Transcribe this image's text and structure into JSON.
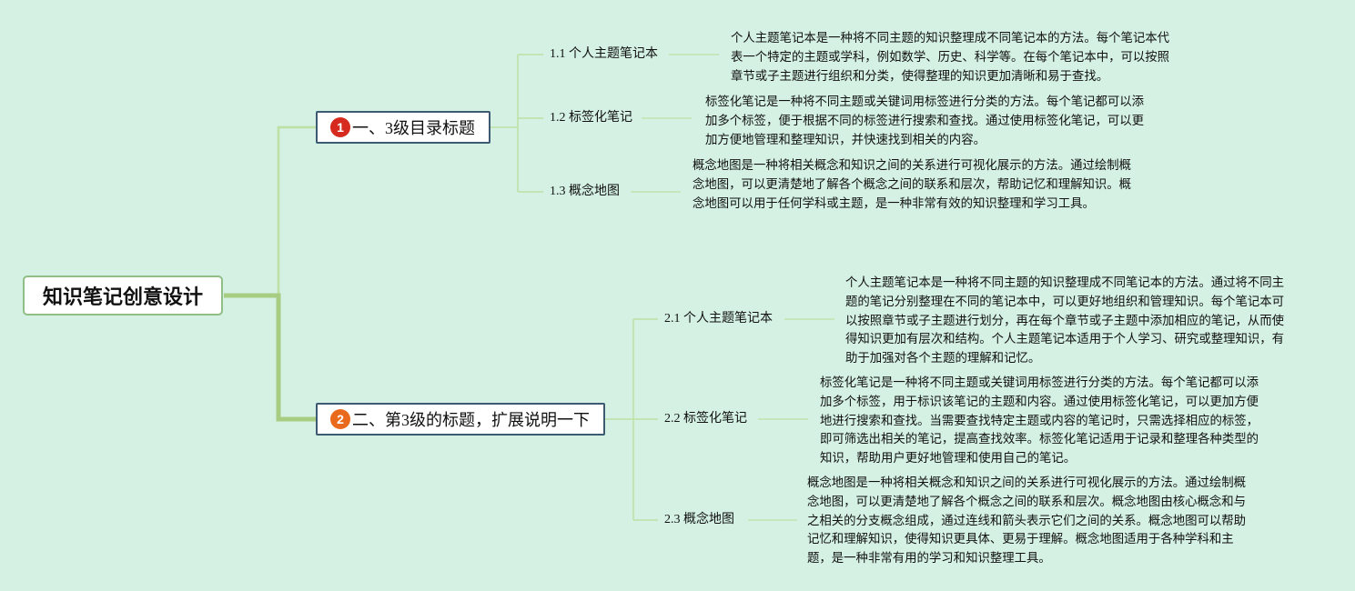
{
  "diagram": {
    "root": {
      "label": "知识笔记创意设计"
    },
    "branches": [
      {
        "badge": "1",
        "label": "一、3级目录标题",
        "children": [
          {
            "label": "1.1 个人主题笔记本",
            "text": "个人主题笔记本是一种将不同主题的知识整理成不同笔记本的方法。每个笔记本代表一个特定的主题或学科，例如数学、历史、科学等。在每个笔记本中，可以按照章节或子主题进行组织和分类，使得整理的知识更加清晰和易于查找。"
          },
          {
            "label": "1.2 标签化笔记",
            "text": "标签化笔记是一种将不同主题或关键词用标签进行分类的方法。每个笔记都可以添加多个标签，便于根据不同的标签进行搜索和查找。通过使用标签化笔记，可以更加方便地管理和整理知识，并快速找到相关的内容。"
          },
          {
            "label": "1.3 概念地图",
            "text": "概念地图是一种将相关概念和知识之间的关系进行可视化展示的方法。通过绘制概念地图，可以更清楚地了解各个概念之间的联系和层次，帮助记忆和理解知识。概念地图可以用于任何学科或主题，是一种非常有效的知识整理和学习工具。"
          }
        ]
      },
      {
        "badge": "2",
        "label": "二、第3级的标题，扩展说明一下",
        "children": [
          {
            "label": "2.1 个人主题笔记本",
            "text": "个人主题笔记本是一种将不同主题的知识整理成不同笔记本的方法。通过将不同主题的笔记分别整理在不同的笔记本中，可以更好地组织和管理知识。每个笔记本可以按照章节或子主题进行划分，再在每个章节或子主题中添加相应的笔记，从而使得知识更加有层次和结构。个人主题笔记本适用于个人学习、研究或整理知识，有助于加强对各个主题的理解和记忆。"
          },
          {
            "label": "2.2 标签化笔记",
            "text": "标签化笔记是一种将不同主题或关键词用标签进行分类的方法。每个笔记都可以添加多个标签，用于标识该笔记的主题和内容。通过使用标签化笔记，可以更加方便地进行搜索和查找。当需要查找特定主题或内容的笔记时，只需选择相应的标签，即可筛选出相关的笔记，提高查找效率。标签化笔记适用于记录和整理各种类型的知识，帮助用户更好地管理和使用自己的笔记。"
          },
          {
            "label": "2.3 概念地图",
            "text": "概念地图是一种将相关概念和知识之间的关系进行可视化展示的方法。通过绘制概念地图，可以更清楚地了解各个概念之间的联系和层次。概念地图由核心概念和与之相关的分支概念组成，通过连线和箭头表示它们之间的关系。概念地图可以帮助记忆和理解知识，使得知识更具体、更易于理解。概念地图适用于各种学科和主题，是一种非常有用的学习和知识整理工具。"
          }
        ]
      }
    ]
  }
}
